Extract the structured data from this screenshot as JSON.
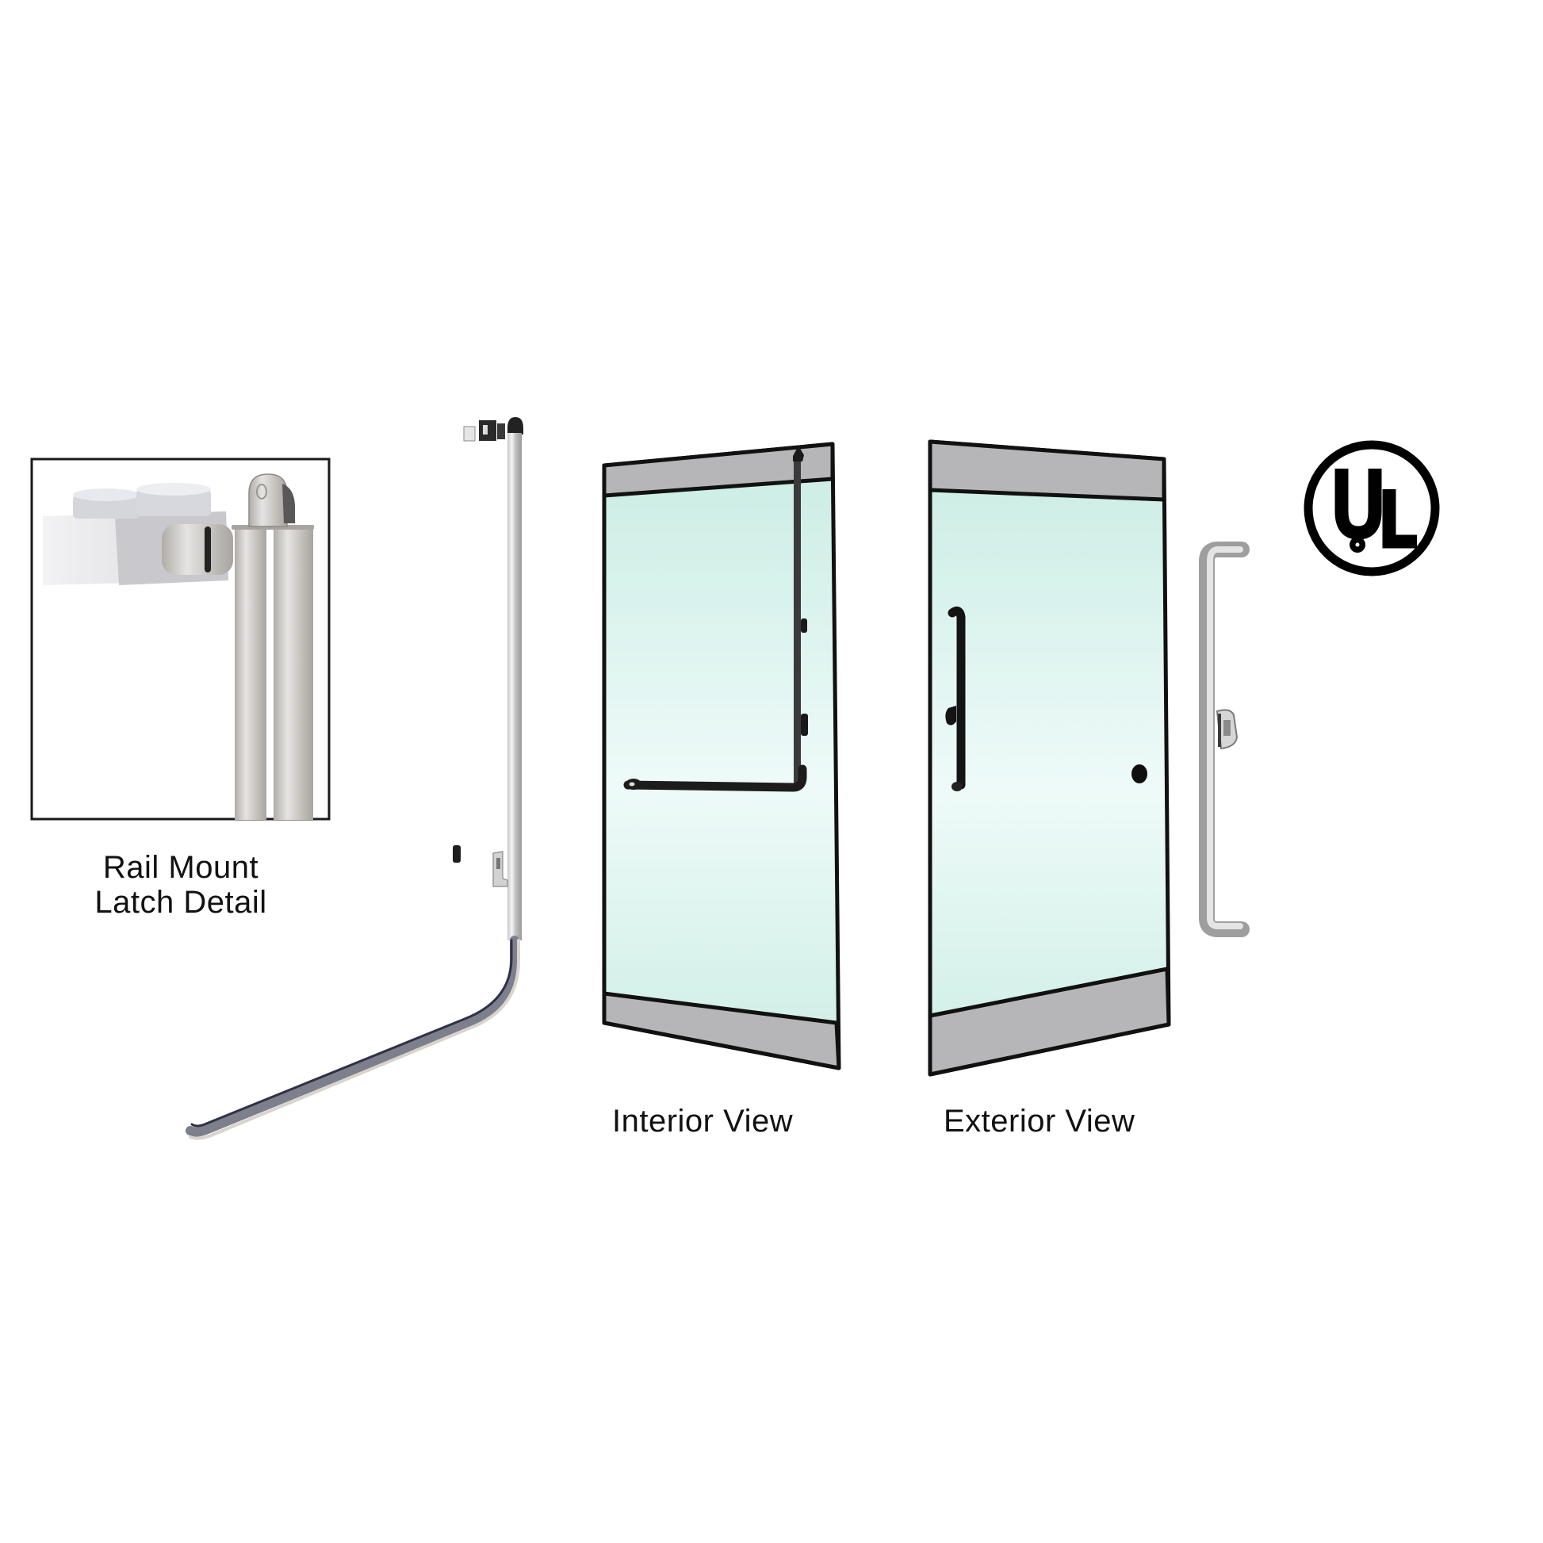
{
  "figure": {
    "type": "product-hardware-diagram",
    "background": "#ffffff"
  },
  "detail_inset": {
    "caption_line1": "Rail Mount",
    "caption_line2": "Latch Detail",
    "border_color": "#1a1a1a"
  },
  "views": [
    {
      "label": "Interior View",
      "glass_color": "#cdeee6",
      "rail_color": "#b4b4b4",
      "outline_color": "#111111"
    },
    {
      "label": "Exterior View",
      "glass_color": "#cdeee6",
      "rail_color": "#b4b4b4",
      "outline_color": "#111111"
    }
  ],
  "components": {
    "panic_rail": "stainless-steel-panic-rail",
    "exterior_pull": "stainless-steel-pull-handle",
    "certification_badge": "UL"
  },
  "badge": {
    "text_u": "U",
    "text_l": "L"
  }
}
